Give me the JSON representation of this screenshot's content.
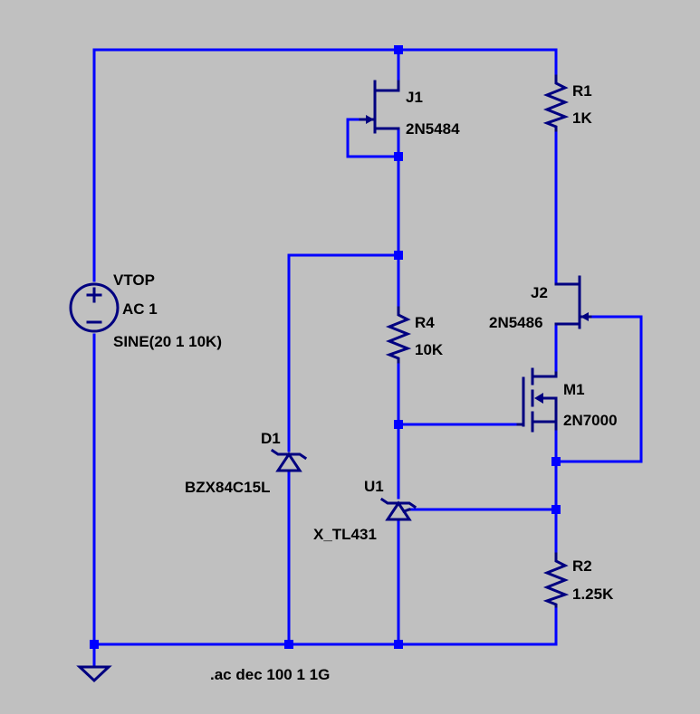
{
  "components": {
    "vtop": {
      "name": "VTOP",
      "value": "AC 1",
      "extra": "SINE(20 1 10K)"
    },
    "j1": {
      "name": "J1",
      "model": "2N5484"
    },
    "r1": {
      "name": "R1",
      "value": "1K"
    },
    "j2": {
      "name": "J2",
      "model": "2N5486"
    },
    "r4": {
      "name": "R4",
      "value": "10K"
    },
    "m1": {
      "name": "M1",
      "model": "2N7000"
    },
    "d1": {
      "name": "D1",
      "model": "BZX84C15L"
    },
    "u1": {
      "name": "U1",
      "model": "X_TL431"
    },
    "r2": {
      "name": "R2",
      "value": "1.25K"
    }
  },
  "directive": ".ac dec 100 1 1G",
  "colors": {
    "background": "#c0c0c0",
    "wire": "#0000ff",
    "component": "#000080",
    "text": "#000000"
  },
  "icons": {
    "ground": "ground-icon",
    "source": "voltage-source-icon"
  }
}
